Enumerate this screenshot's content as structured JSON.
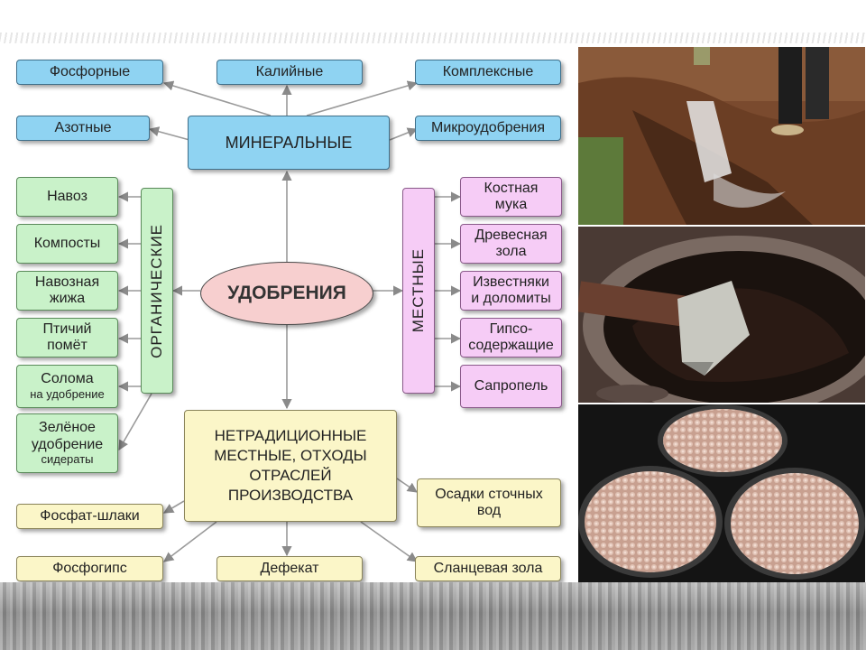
{
  "center": "УДОБРЕНИЯ",
  "mineral": {
    "title": "МИНЕРАЛЬНЫЕ",
    "items": [
      "Фосфорные",
      "Калийные",
      "Комплексные",
      "Азотные",
      "Микроудобрения"
    ]
  },
  "organic": {
    "title": "ОРГАНИЧЕСКИЕ",
    "items": [
      {
        "line1": "Навоз",
        "line2": ""
      },
      {
        "line1": "Компосты",
        "line2": ""
      },
      {
        "line1": "Навозная",
        "line2": "жижа"
      },
      {
        "line1": "Птичий",
        "line2": "помёт"
      },
      {
        "line1": "Солома",
        "line2": "на удобрение"
      },
      {
        "line1": "Зелёное",
        "line2": "удобрение",
        "line3": "сидераты"
      }
    ]
  },
  "local": {
    "title": "МЕСТНЫЕ",
    "items": [
      {
        "line1": "Костная",
        "line2": "мука"
      },
      {
        "line1": "Древесная",
        "line2": "зола"
      },
      {
        "line1": "Известняки",
        "line2": "и доломиты"
      },
      {
        "line1": "Гипсо-",
        "line2": "содержащие"
      },
      {
        "line1": "Сапропель",
        "line2": ""
      }
    ]
  },
  "nontraditional": {
    "lines": [
      "НЕТРАДИЦИОННЫЕ",
      "МЕСТНЫЕ, ОТХОДЫ",
      "ОТРАСЛЕЙ",
      "ПРОИЗВОДСТВА"
    ],
    "items": [
      "Фосфат-шлаки",
      "Фосфогипс",
      "Дефекат",
      "Сланцевая зола",
      "Осадки сточных вод"
    ]
  },
  "colors": {
    "mineral": "#8fd3f2",
    "organic": "#c9f2c9",
    "local": "#f6ccf6",
    "nontraditional": "#fbf6c8",
    "center": "#f7cfcf"
  }
}
